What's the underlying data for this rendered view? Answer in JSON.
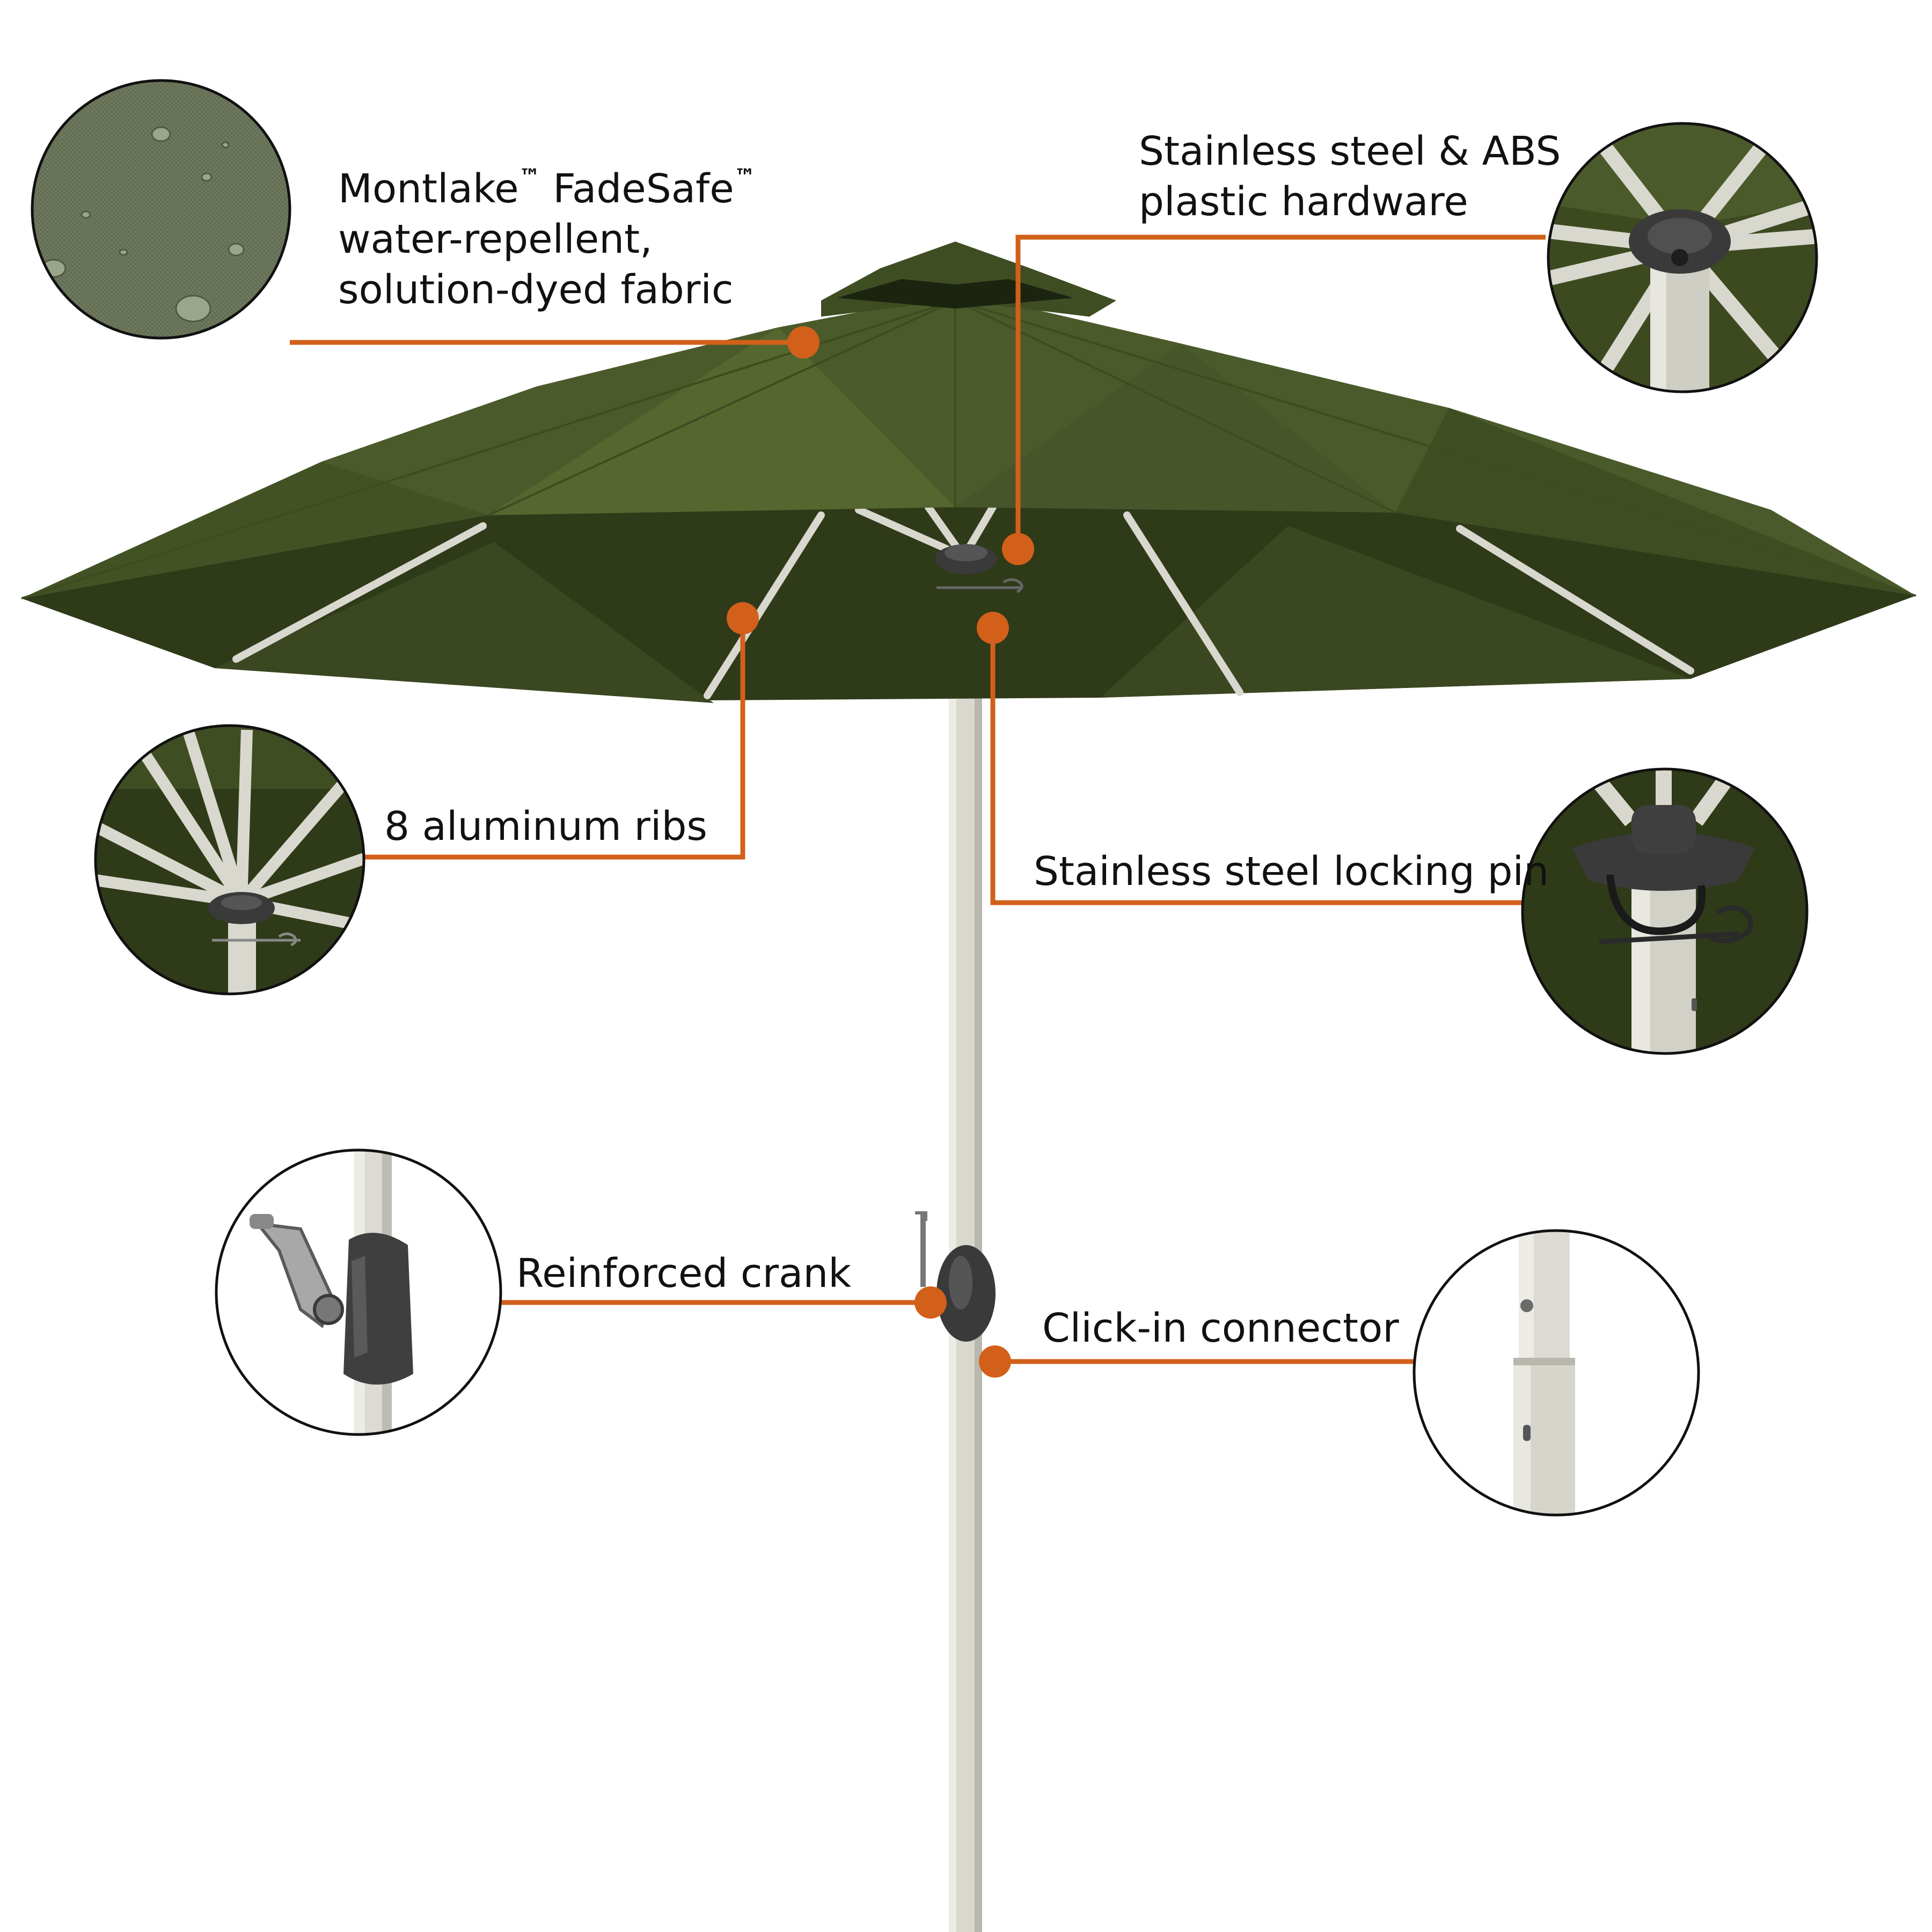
{
  "colors": {
    "accent": "#d2601a",
    "canopy": "#4b5a2a",
    "canopy_shade": "#3a4720",
    "canopy_dark": "#2f3a18",
    "pole": "#d9d8cf",
    "hardware": "#4a4a4a",
    "text": "#111111"
  },
  "callouts": {
    "fabric": {
      "brand": "Montlake",
      "brand_mark": "™",
      "product": "FadeSafe",
      "product_mark": "™",
      "line2": "water-repellent,",
      "line3": "solution-dyed fabric",
      "icon": "fabric-texture-icon"
    },
    "hardware": {
      "line1": "Stainless steel & ABS",
      "line2": "plastic hardware",
      "icon": "hub-hardware-icon"
    },
    "ribs": {
      "label": "8 aluminum ribs",
      "icon": "ribs-detail-icon"
    },
    "pin": {
      "label": "Stainless steel locking pin",
      "icon": "locking-pin-icon"
    },
    "crank": {
      "label": "Reinforced crank",
      "icon": "crank-detail-icon"
    },
    "connector": {
      "label": "Click-in connector",
      "icon": "connector-detail-icon"
    }
  }
}
